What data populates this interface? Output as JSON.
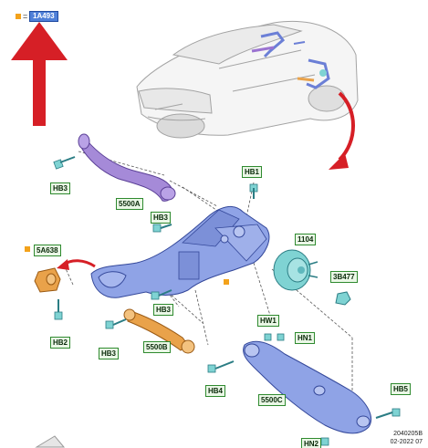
{
  "reference_tag": "1A493",
  "callouts": {
    "hb3_top": "HB3",
    "part_5500a": "5500A",
    "hb1": "HB1",
    "hb3_mid": "HB3",
    "part_1104": "1104",
    "part_5a638": "5A638",
    "part_3b477": "3B477",
    "hb3_lower": "HB3",
    "hb2": "HB2",
    "hb3_bottom": "HB3",
    "part_5500b": "5500B",
    "hw1": "HW1",
    "hn1": "HN1",
    "hb4": "HB4",
    "part_5500c": "5500C",
    "hb5": "HB5",
    "hn2": "HN2"
  },
  "footer": {
    "code": "2040205B",
    "date": "02-2022 07"
  },
  "colors": {
    "arrow_red": "#d61f26",
    "tag_blue": "#4f80d8",
    "marker_orange": "#f3a21b",
    "part_purple": "#a58ad8",
    "part_blue": "#8fa3e6",
    "part_orange": "#e9a24a",
    "part_teal": "#7fd3d3",
    "callout_bg": "#eaf7e6",
    "callout_border": "#2f8a2f"
  }
}
